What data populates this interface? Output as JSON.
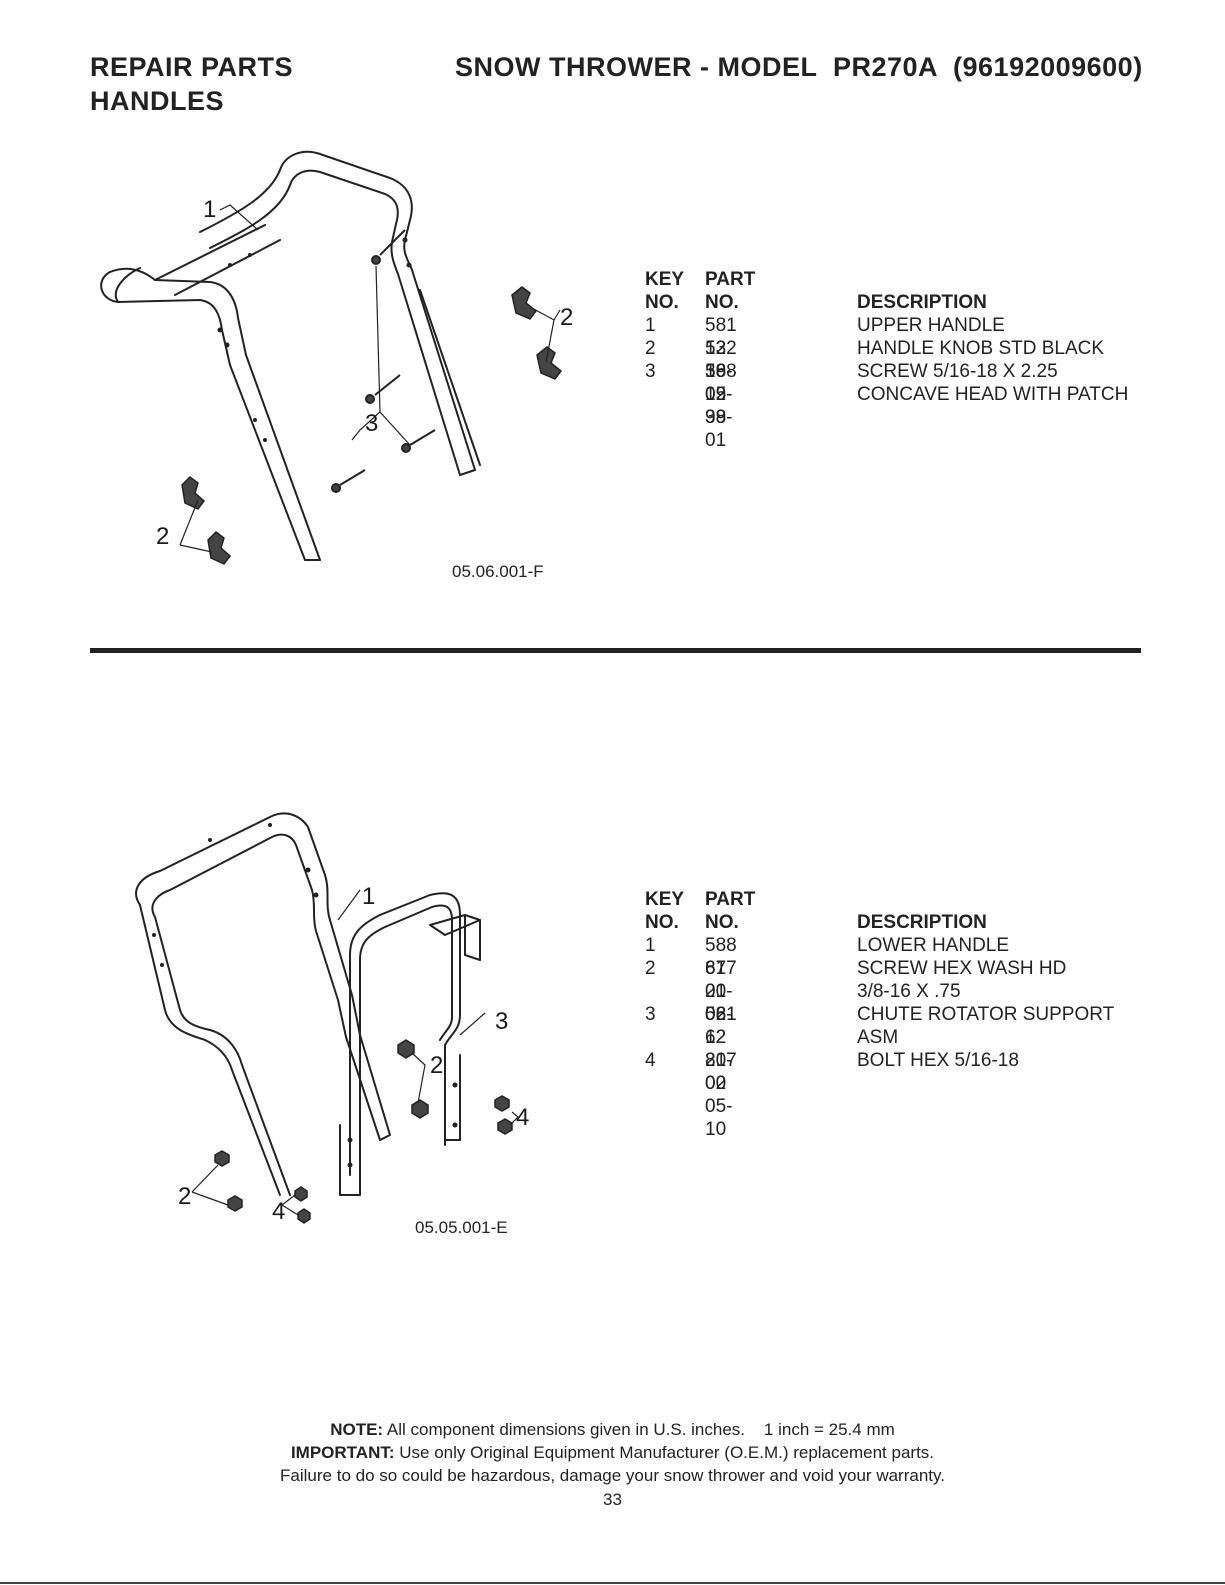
{
  "header": {
    "section": "REPAIR PARTS",
    "subsection": "HANDLES",
    "title": "SNOW THROWER - MODEL  PR270A  (96192009600)"
  },
  "upper": {
    "figure_code": "05.06.001-F",
    "callouts": [
      "1",
      "2",
      "3",
      "2"
    ],
    "table": {
      "head_key": [
        "KEY",
        "NO."
      ],
      "head_part": [
        "PART",
        "NO."
      ],
      "head_desc": "DESCRIPTION",
      "rows": [
        {
          "key": "1",
          "part": "581 12 36-02",
          "desc": [
            "UPPER HANDLE"
          ]
        },
        {
          "key": "2",
          "part": "532 19 19-38",
          "desc": [
            "HANDLE KNOB STD BLACK"
          ]
        },
        {
          "key": "3",
          "part": "588 05 99-01",
          "desc": [
            "SCREW 5/16-18 X 2.25",
            "CONCAVE HEAD WITH PATCH"
          ]
        }
      ]
    }
  },
  "lower": {
    "figure_code": "05.05.001-E",
    "callouts": [
      "1",
      "3",
      "2",
      "4",
      "2",
      "4"
    ],
    "table": {
      "head_key": [
        "KEY",
        "NO."
      ],
      "head_part": [
        "PART",
        "NO."
      ],
      "head_desc": "DESCRIPTION",
      "rows": [
        {
          "key": "1",
          "part": "588 67 21-02",
          "desc": [
            "LOWER HANDLE"
          ]
        },
        {
          "key": "2",
          "part": "817 00 06-12",
          "desc": [
            "SCREW HEX WASH HD",
            "3/8-16 X .75"
          ]
        },
        {
          "key": "3",
          "part": "581 62 20-02",
          "desc": [
            "CHUTE ROTATOR SUPPORT",
            "ASM"
          ]
        },
        {
          "key": "4",
          "part": "817 00 05-10",
          "desc": [
            "BOLT HEX 5/16-18"
          ]
        }
      ]
    }
  },
  "footer": {
    "note_label": "NOTE:",
    "note_text": "All component dimensions given in U.S. inches.    1 inch = 25.4 mm",
    "important_label": "IMPORTANT:",
    "important_text": "Use only Original Equipment Manufacturer (O.E.M.) replacement parts.",
    "warning": "Failure to do so could be hazardous, damage your snow thrower and void your warranty.",
    "page_number": "33"
  }
}
